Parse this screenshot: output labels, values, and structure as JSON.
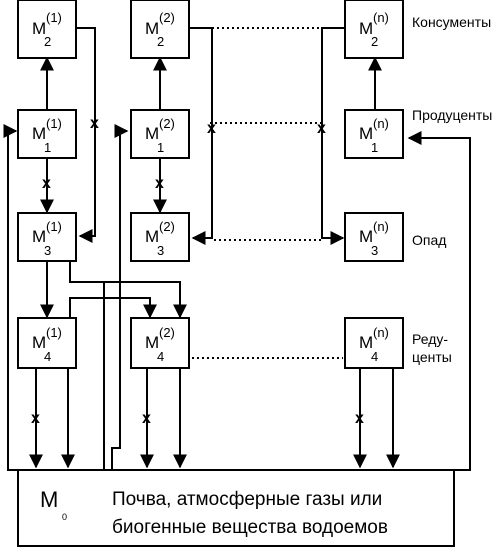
{
  "nodes": {
    "m1_2": {
      "letter": "M",
      "sup": "(1)",
      "sub": "2"
    },
    "m2_2": {
      "letter": "M",
      "sup": "(2)",
      "sub": "2"
    },
    "mn_2": {
      "letter": "M",
      "sup": "(n)",
      "sub": "2"
    },
    "m1_1": {
      "letter": "M",
      "sup": "(1)",
      "sub": "1"
    },
    "m2_1": {
      "letter": "M",
      "sup": "(2)",
      "sub": "1"
    },
    "mn_1": {
      "letter": "M",
      "sup": "(n)",
      "sub": "1"
    },
    "m1_3": {
      "letter": "M",
      "sup": "(1)",
      "sub": "3"
    },
    "m2_3": {
      "letter": "M",
      "sup": "(2)",
      "sub": "3"
    },
    "mn_3": {
      "letter": "M",
      "sup": "(n)",
      "sub": "3"
    },
    "m1_4": {
      "letter": "M",
      "sup": "(1)",
      "sub": "4"
    },
    "m2_4": {
      "letter": "M",
      "sup": "(2)",
      "sub": "4"
    },
    "mn_4": {
      "letter": "M",
      "sup": "(n)",
      "sub": "4"
    }
  },
  "labels": {
    "consumers": "Консументы",
    "producers": "Продуценты",
    "litter": "Опад",
    "reducers_1": "Реду-",
    "reducers_2": "центы"
  },
  "pool": {
    "letter": "M",
    "sub": "0",
    "line1": "Почва, атмосферные газы или",
    "line2": "биогенные вещества водоемов"
  },
  "edge_marker": "x"
}
